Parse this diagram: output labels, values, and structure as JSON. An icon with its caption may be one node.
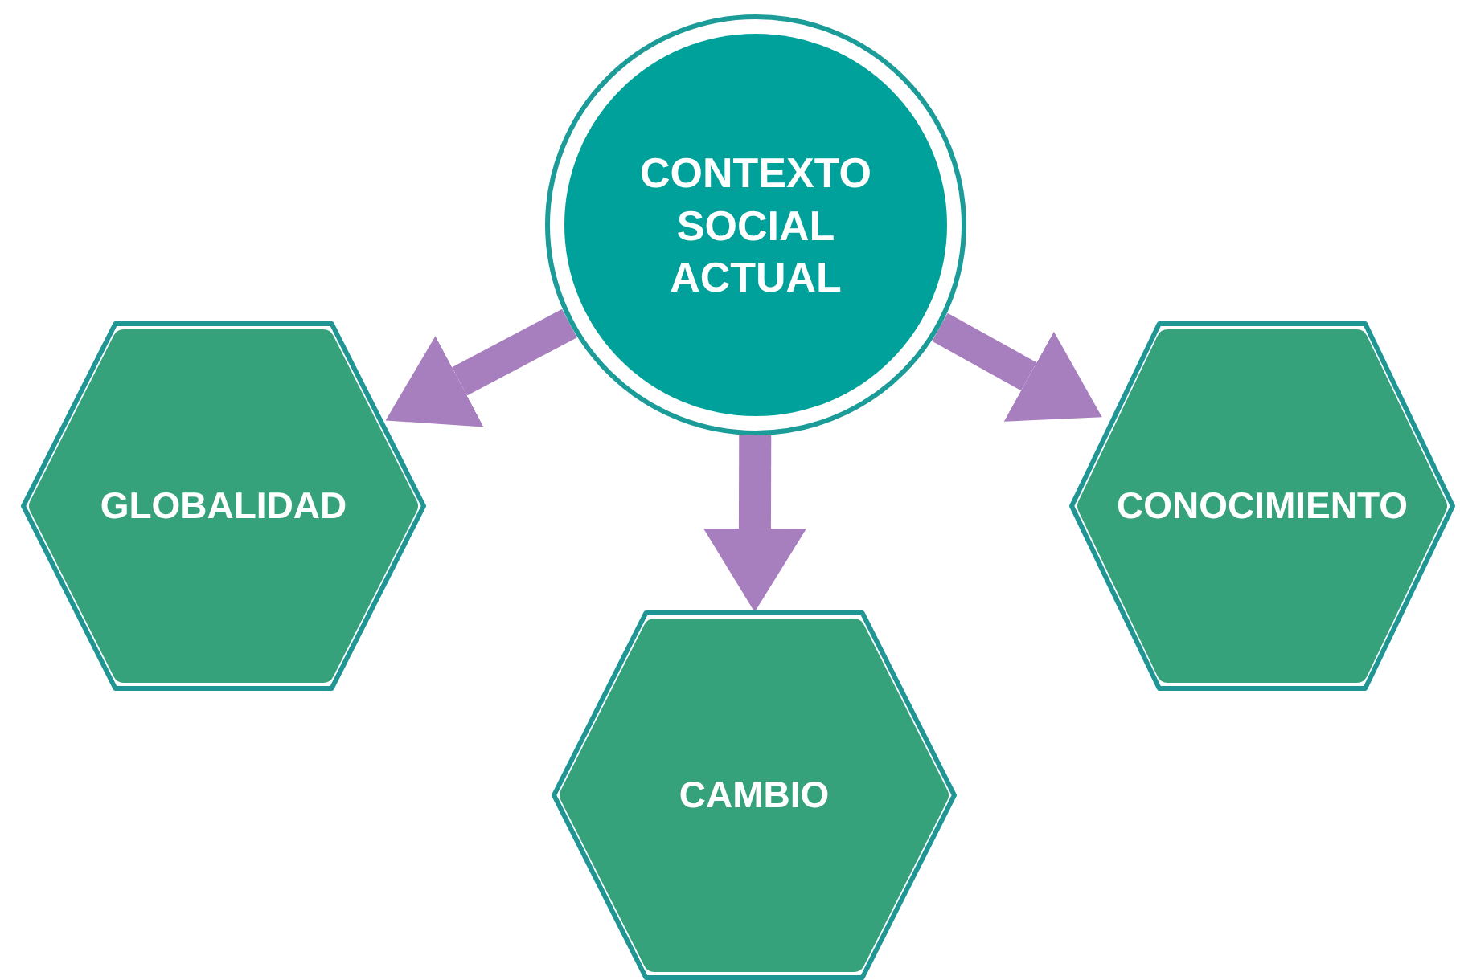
{
  "diagram": {
    "nodes": [
      {
        "text": [
          "CONTEXTO SOCIAL ACTUAL"
        ]
      },
      {
        "text": [
          "GLOBALIDAD"
        ]
      },
      {
        "text": [
          "CAMBIO"
        ]
      },
      {
        "text": [
          "CONOCIMIENTO"
        ]
      }
    ],
    "edges": [
      {
        "from": 0,
        "to": 1,
        "arrow": "to"
      },
      {
        "from": 0,
        "to": 2,
        "arrow": "to"
      },
      {
        "from": 0,
        "to": 3,
        "arrow": "to"
      }
    ]
  }
}
